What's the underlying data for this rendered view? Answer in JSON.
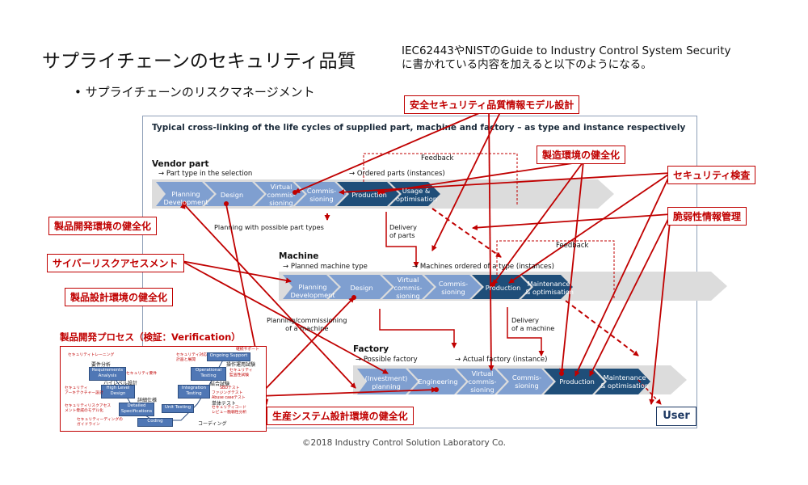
{
  "page": {
    "title": "サプライチェーンのセキュリティ品質",
    "bullet": "サプライチェーンのリスクマネージメント",
    "reference_line1": "IEC62443やNISTのGuide to Industry Control System Security",
    "reference_line2": "に書かれている内容を加えると以下のようになる。",
    "copyright": "©2018 Industry Control Solution Laboratory Co."
  },
  "diagram": {
    "panel_title": "Typical cross-linking of the life cycles of supplied part, machine and factory – as type and instance respectively",
    "feedback": "Feedback",
    "user": "User",
    "vendor": {
      "title": "Vendor part",
      "type_label": "→ Part type in the selection",
      "instance_label": "→ Ordered parts (instances)",
      "steps": [
        "Planning\nDevelopment",
        "Design",
        "Virtual\ncommis-\nsioning",
        "Commis-\nsioning",
        "Production",
        "Usage &\noptimisation"
      ]
    },
    "machine": {
      "title": "Machine",
      "type_label": "→ Planned machine type",
      "instance_label": "→ Machines ordered of a type (instances)",
      "steps": [
        "Planning\nDevelopment",
        "Design",
        "Virtual\ncommis-\nsioning",
        "Commis-\nsioning",
        "Production",
        "Maintenance\n& optimisation"
      ]
    },
    "factory": {
      "title": "Factory",
      "type_label": "→ Possible factory",
      "instance_label": "→ Actual factory (instance)",
      "steps": [
        "(Investment)\nplanning",
        "Engineering",
        "Virtual\ncommis-\nsioning",
        "Commis-\nsioning",
        "Production",
        "Maintenance\n& optimisation"
      ]
    },
    "flows": {
      "planning_parts": "Planning with possible part types",
      "delivery_parts": "Delivery\nof parts",
      "planning_machine": "Planning/commissioning\nof a machine",
      "delivery_machine": "Delivery\nof a machine"
    }
  },
  "callouts": {
    "safety_model": "安全セキュリティ品質情報モデル設計",
    "mfg_env": "製造環境の健全化",
    "security_inspection": "セキュリティ検査",
    "vuln_mgmt": "脆弱性情報管理",
    "dev_env": "製品開発環境の健全化",
    "cyber_risk": "サイバーリスクアセスメント",
    "design_env": "製品設計環境の健全化",
    "prod_sys_env": "生産システム設計環境の健全化"
  },
  "verification": {
    "title": "製品開発プロセス（検証：Verification）",
    "boxes": [
      "Requirements\nAnalysis",
      "High Level\nDesign",
      "Detailed\nSpecifications",
      "Coding",
      "Unit Testing",
      "Integration\nTesting",
      "Operational\nTesting",
      "Ongoing Support"
    ],
    "black_labels": [
      "要件分析",
      "ハイレベル設計",
      "詳細仕様",
      "コーディング",
      "単体テスト",
      "結合試験",
      "操作運用試験"
    ],
    "red_labels": [
      "セキュリティトレーニング",
      "セキュリティ要件",
      "セキュリティ\nアーキテクチャー設計",
      "セキュリティリスクアセス\nメント脅威のモデル化",
      "セキュリティーディングの\nガイドライン",
      "セキュリティコード\nレビュー脆弱性分析",
      "ファジングテスト\nAbuse caseテスト",
      "セキュリティ対応\n計画と展開",
      "セキュリティ\n監査性試験",
      "継続サポート",
      "SBDテスト"
    ]
  },
  "colors": {
    "accent_red": "#c00000",
    "dark_blue": "#1f4e79",
    "light_blue": "#7f9fd0",
    "arrow_gray": "#dcdcdc"
  }
}
